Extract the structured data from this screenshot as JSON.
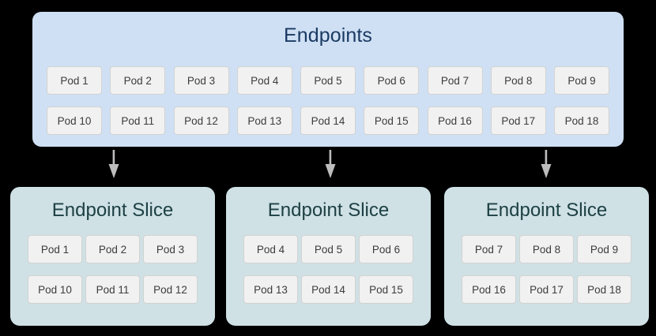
{
  "colors": {
    "canvas": "#000000",
    "endpoints_panel_bg": "#cfe0f4",
    "endpoints_title": "#1b3a63",
    "slice_card_bg": "#cfe1e5",
    "slice_title": "#1d4044",
    "pod_bg": "#f1f1f1",
    "pod_border": "#d2d2d2",
    "pod_text": "#3c3c3c",
    "arrow": "#bdbdbd"
  },
  "endpoints": {
    "title": "Endpoints",
    "rows": [
      [
        "Pod 1",
        "Pod 2",
        "Pod 3",
        "Pod 4",
        "Pod 5",
        "Pod 6",
        "Pod 7",
        "Pod 8",
        "Pod 9"
      ],
      [
        "Pod 10",
        "Pod 11",
        "Pod 12",
        "Pod 13",
        "Pod 14",
        "Pod 15",
        "Pod 16",
        "Pod 17",
        "Pod 18"
      ]
    ]
  },
  "arrows": [
    {
      "name": "arrow-to-slice-1"
    },
    {
      "name": "arrow-to-slice-2"
    },
    {
      "name": "arrow-to-slice-3"
    }
  ],
  "slices": [
    {
      "title": "Endpoint Slice",
      "rows": [
        [
          "Pod 1",
          "Pod 2",
          "Pod 3"
        ],
        [
          "Pod 10",
          "Pod 11",
          "Pod 12"
        ]
      ]
    },
    {
      "title": "Endpoint Slice",
      "rows": [
        [
          "Pod 4",
          "Pod 5",
          "Pod 6"
        ],
        [
          "Pod 13",
          "Pod 14",
          "Pod 15"
        ]
      ]
    },
    {
      "title": "Endpoint Slice",
      "rows": [
        [
          "Pod 7",
          "Pod 8",
          "Pod 9"
        ],
        [
          "Pod 16",
          "Pod 17",
          "Pod 18"
        ]
      ]
    }
  ]
}
